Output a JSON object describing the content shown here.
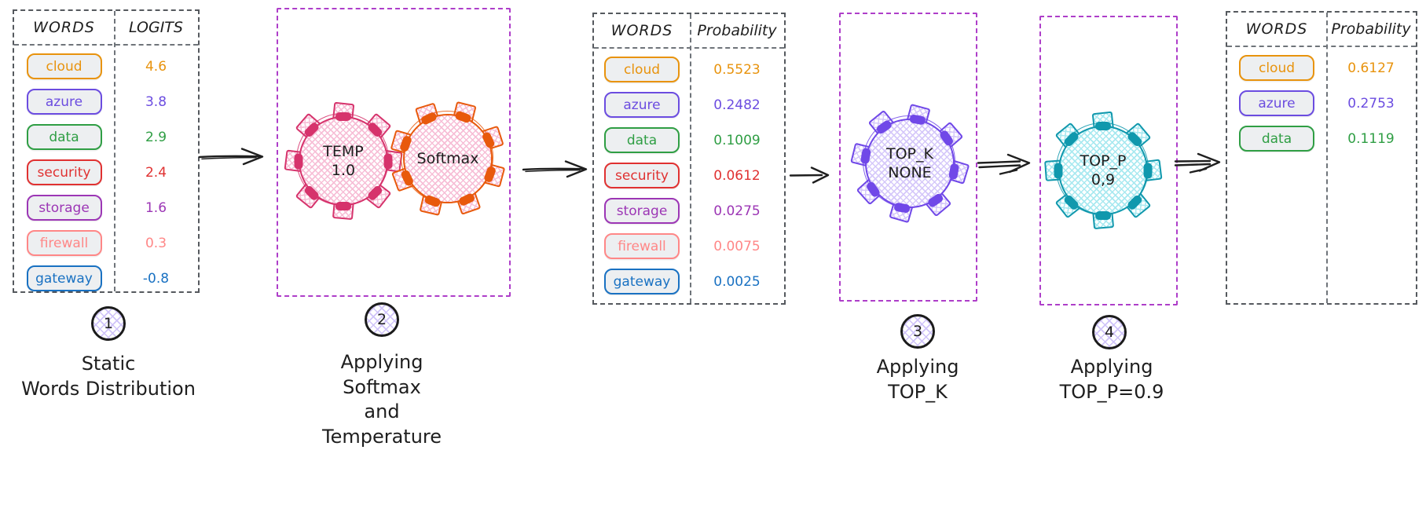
{
  "palette": {
    "background": "#ffffff",
    "table_border": "#55595e",
    "pill_background": "#edeff1",
    "stage_box_border": "#ae3ec9",
    "badge_hatch": "#cfc3f9",
    "ink": "#1e1e1e"
  },
  "stage1": {
    "table": {
      "headers": [
        "WORDS",
        "LOGITS"
      ],
      "rows": [
        {
          "word": "cloud",
          "value": "4.6",
          "color": "#e8930d"
        },
        {
          "word": "azure",
          "value": "3.8",
          "color": "#6b4ce0"
        },
        {
          "word": "data",
          "value": "2.9",
          "color": "#2f9e44"
        },
        {
          "word": "security",
          "value": "2.4",
          "color": "#e03131"
        },
        {
          "word": "storage",
          "value": "1.6",
          "color": "#9c36b5"
        },
        {
          "word": "firewall",
          "value": "0.3",
          "color": "#ff8787"
        },
        {
          "word": "gateway",
          "value": "-0.8",
          "color": "#1971c2"
        }
      ]
    },
    "step_number": "1",
    "caption": "Static\nWords Distribution"
  },
  "stage2": {
    "temp_gear": {
      "label": "TEMP\n1.0",
      "color": "#d6336c",
      "hatch": "#f7bed6"
    },
    "softmax_gear": {
      "label": "Softmax",
      "color": "#e8590c",
      "hatch": "#f7bed6"
    },
    "step_number": "2",
    "caption": "Applying\nSoftmax\nand\nTemperature"
  },
  "stage3": {
    "table": {
      "headers": [
        "WORDS",
        "Probability"
      ],
      "rows": [
        {
          "word": "cloud",
          "value": "0.5523",
          "color": "#e8930d"
        },
        {
          "word": "azure",
          "value": "0.2482",
          "color": "#6b4ce0"
        },
        {
          "word": "data",
          "value": "0.1009",
          "color": "#2f9e44"
        },
        {
          "word": "security",
          "value": "0.0612",
          "color": "#e03131"
        },
        {
          "word": "storage",
          "value": "0.0275",
          "color": "#9c36b5"
        },
        {
          "word": "firewall",
          "value": "0.0075",
          "color": "#ff8787"
        },
        {
          "word": "gateway",
          "value": "0.0025",
          "color": "#1971c2"
        }
      ]
    }
  },
  "stage4": {
    "gear": {
      "label": "TOP_K\nNONE",
      "color": "#7048e8",
      "hatch": "#d5c8fa"
    },
    "step_number": "3",
    "caption": "Applying\nTOP_K"
  },
  "stage5": {
    "gear": {
      "label": "TOP_P\n0,9",
      "color": "#1098ad",
      "hatch": "#a8e9f0"
    },
    "step_number": "4",
    "caption": "Applying\nTOP_P=0.9"
  },
  "stage6": {
    "table": {
      "headers": [
        "WORDS",
        "Probability"
      ],
      "rows": [
        {
          "word": "cloud",
          "value": "0.6127",
          "color": "#e8930d"
        },
        {
          "word": "azure",
          "value": "0.2753",
          "color": "#6b4ce0"
        },
        {
          "word": "data",
          "value": "0.1119",
          "color": "#2f9e44"
        }
      ]
    }
  }
}
